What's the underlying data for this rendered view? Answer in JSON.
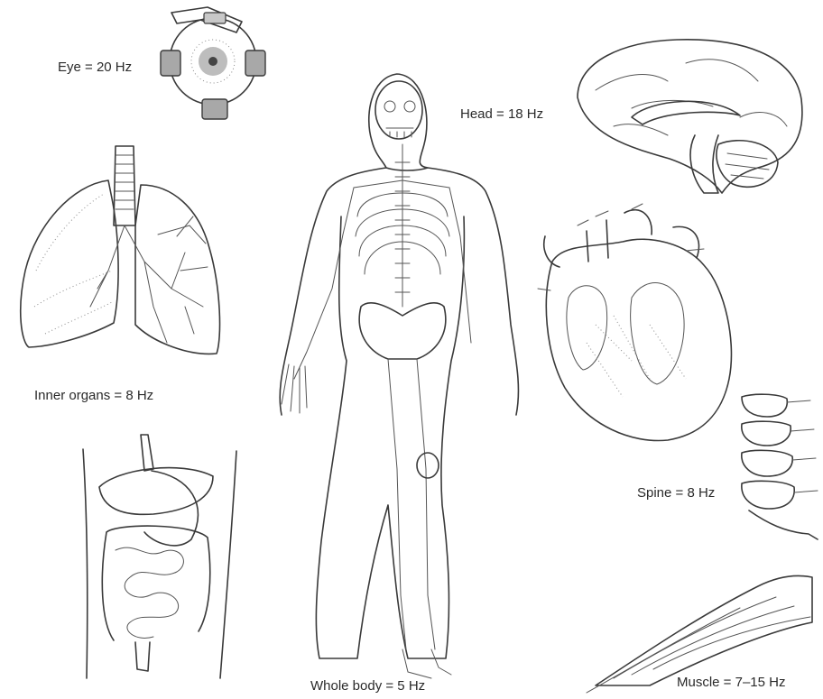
{
  "labels": {
    "eye": "Eye = 20 Hz",
    "head": "Head = 18 Hz",
    "inner_organs": "Inner organs = 8 Hz",
    "spine": "Spine = 8 Hz",
    "whole_body": "Whole body = 5 Hz",
    "muscle": "Muscle = 7–15 Hz"
  },
  "colors": {
    "ink": "#3a3a3a",
    "background": "#ffffff",
    "eye_pupil": "#444444"
  }
}
